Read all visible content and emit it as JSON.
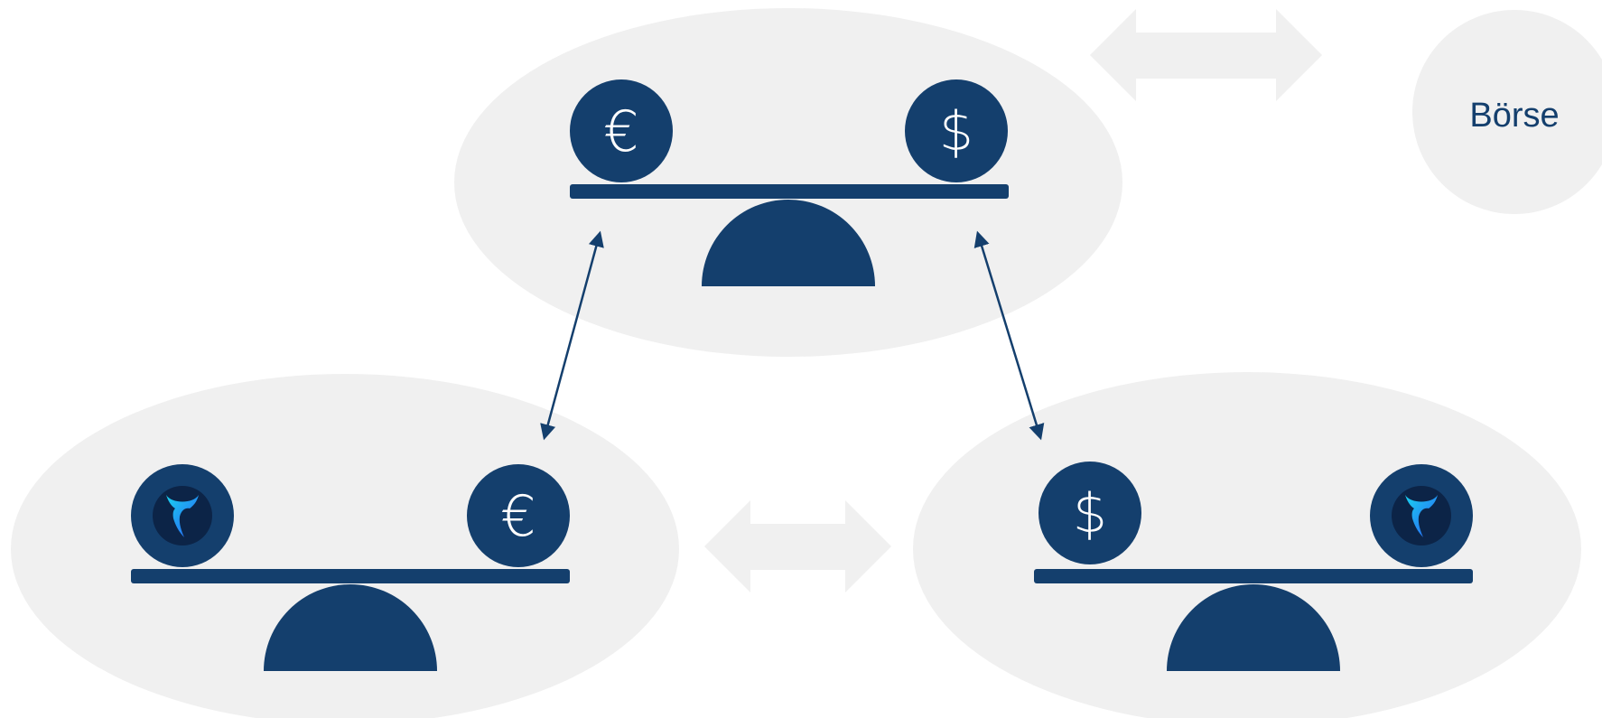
{
  "diagram": {
    "exchange_label": "Börse",
    "colors": {
      "scale_blue": "#143f6d",
      "ellipse_gray": "#f0f0f0",
      "arrow_gray": "#f0f0f0",
      "coin_text": "#ffffff",
      "token_inner": "#0c2447",
      "token_cyan": "#19d3f0",
      "token_blue": "#2a5cf5"
    },
    "scales": [
      {
        "id": "top",
        "left_coin": {
          "symbol": "€",
          "kind": "currency"
        },
        "right_coin": {
          "symbol": "$",
          "kind": "currency"
        }
      },
      {
        "id": "bottom-left",
        "left_coin": {
          "symbol": "",
          "kind": "token-logo"
        },
        "right_coin": {
          "symbol": "€",
          "kind": "currency"
        }
      },
      {
        "id": "bottom-right",
        "left_coin": {
          "symbol": "$",
          "kind": "currency"
        },
        "right_coin": {
          "symbol": "",
          "kind": "token-logo"
        }
      }
    ],
    "icons": {
      "double_arrow": "double-arrow-icon",
      "exchange_link": "bidirectional-arrow-icon",
      "token_logo": "token-logo-icon",
      "euro": "euro-icon",
      "dollar": "dollar-icon"
    }
  }
}
